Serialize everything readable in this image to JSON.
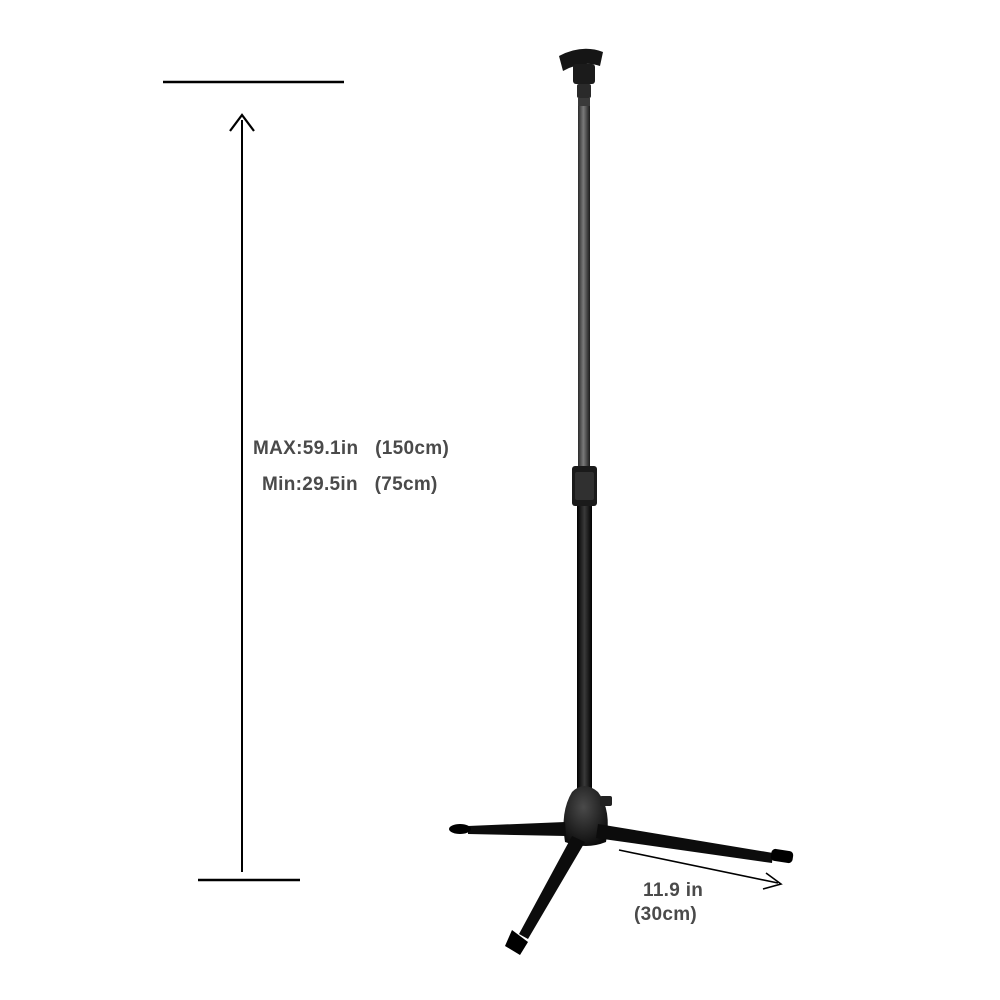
{
  "height_max_label": "MAX:59.1in   (150cm)",
  "height_min_label": "Min:29.5in   (75cm)",
  "leg_length_in_label": "11.9 in",
  "leg_length_cm_label": "(30cm)",
  "colors": {
    "background": "#ffffff",
    "stand_black": "#111111",
    "text_gray": "#4a4a4a",
    "line_black": "#000000"
  }
}
